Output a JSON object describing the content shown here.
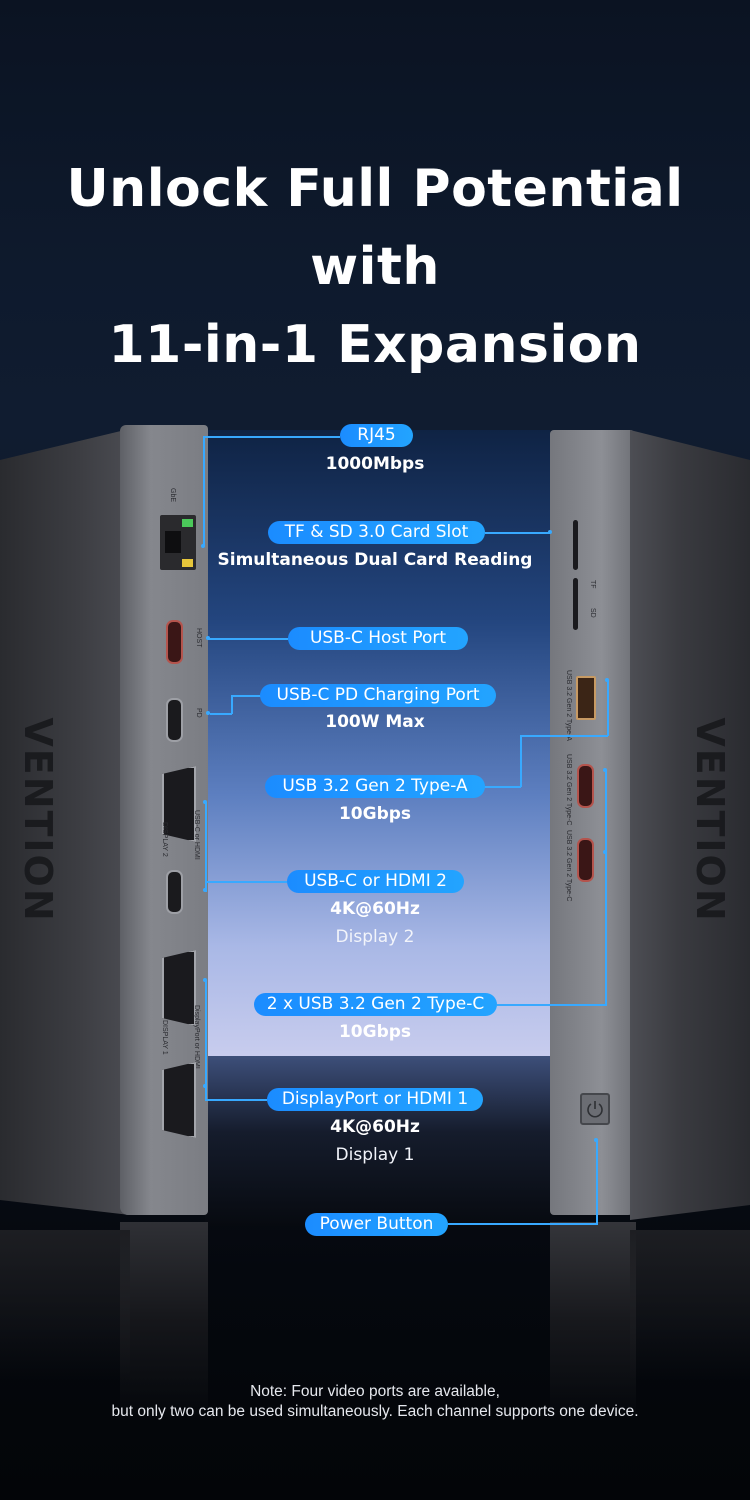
{
  "title": {
    "line1": "Unlock Full Potential with",
    "line2": "11-in-1 Expansion"
  },
  "brand": {
    "name": "VENTION"
  },
  "callouts": {
    "rj45": {
      "label": "RJ45",
      "detail": "1000Mbps"
    },
    "card": {
      "label": "TF & SD 3.0 Card Slot",
      "detail": "Simultaneous Dual Card Reading"
    },
    "usbc_host": {
      "label": "USB-C Host Port"
    },
    "usbc_pd": {
      "label": "USB-C PD Charging Port",
      "detail": "100W Max"
    },
    "usba": {
      "label": "USB 3.2  Gen 2 Type-A",
      "detail": "10Gbps"
    },
    "usbc_hdmi2": {
      "label": "USB-C or HDMI 2",
      "detail": "4K@60Hz",
      "detail2": "Display 2"
    },
    "usbc_dual": {
      "label": "2 x USB 3.2 Gen 2 Type-C",
      "detail": "10Gbps"
    },
    "dp_hdmi1": {
      "label": "DisplayPort or HDMI 1",
      "detail": "4K@60Hz",
      "detail2": "Display 1"
    },
    "power": {
      "label": "Power Button"
    }
  },
  "port_labels": {
    "host": "HOST",
    "pd": "PD",
    "display2": "DISPLAY 2",
    "usbc_or_hdmi": "USB-C or HDMI",
    "display1": "DISPLAY 1",
    "dp_or_hdmi": "DisplayPort or HDMI",
    "usba": "USB 3.2 Gen 2 Type-A",
    "usbc1": "USB 3.2 Gen 2 Type-C",
    "usbc2": "USB 3.2 Gen 2 Type-C",
    "tf": "TF",
    "sd": "SD",
    "lan": "GbE"
  },
  "note": {
    "line1": "Note: Four video ports are available,",
    "line2": "but only two can be used simultaneously. Each channel supports one device."
  },
  "colors": {
    "accent": "#1f9bff",
    "background": "#0b1322"
  }
}
